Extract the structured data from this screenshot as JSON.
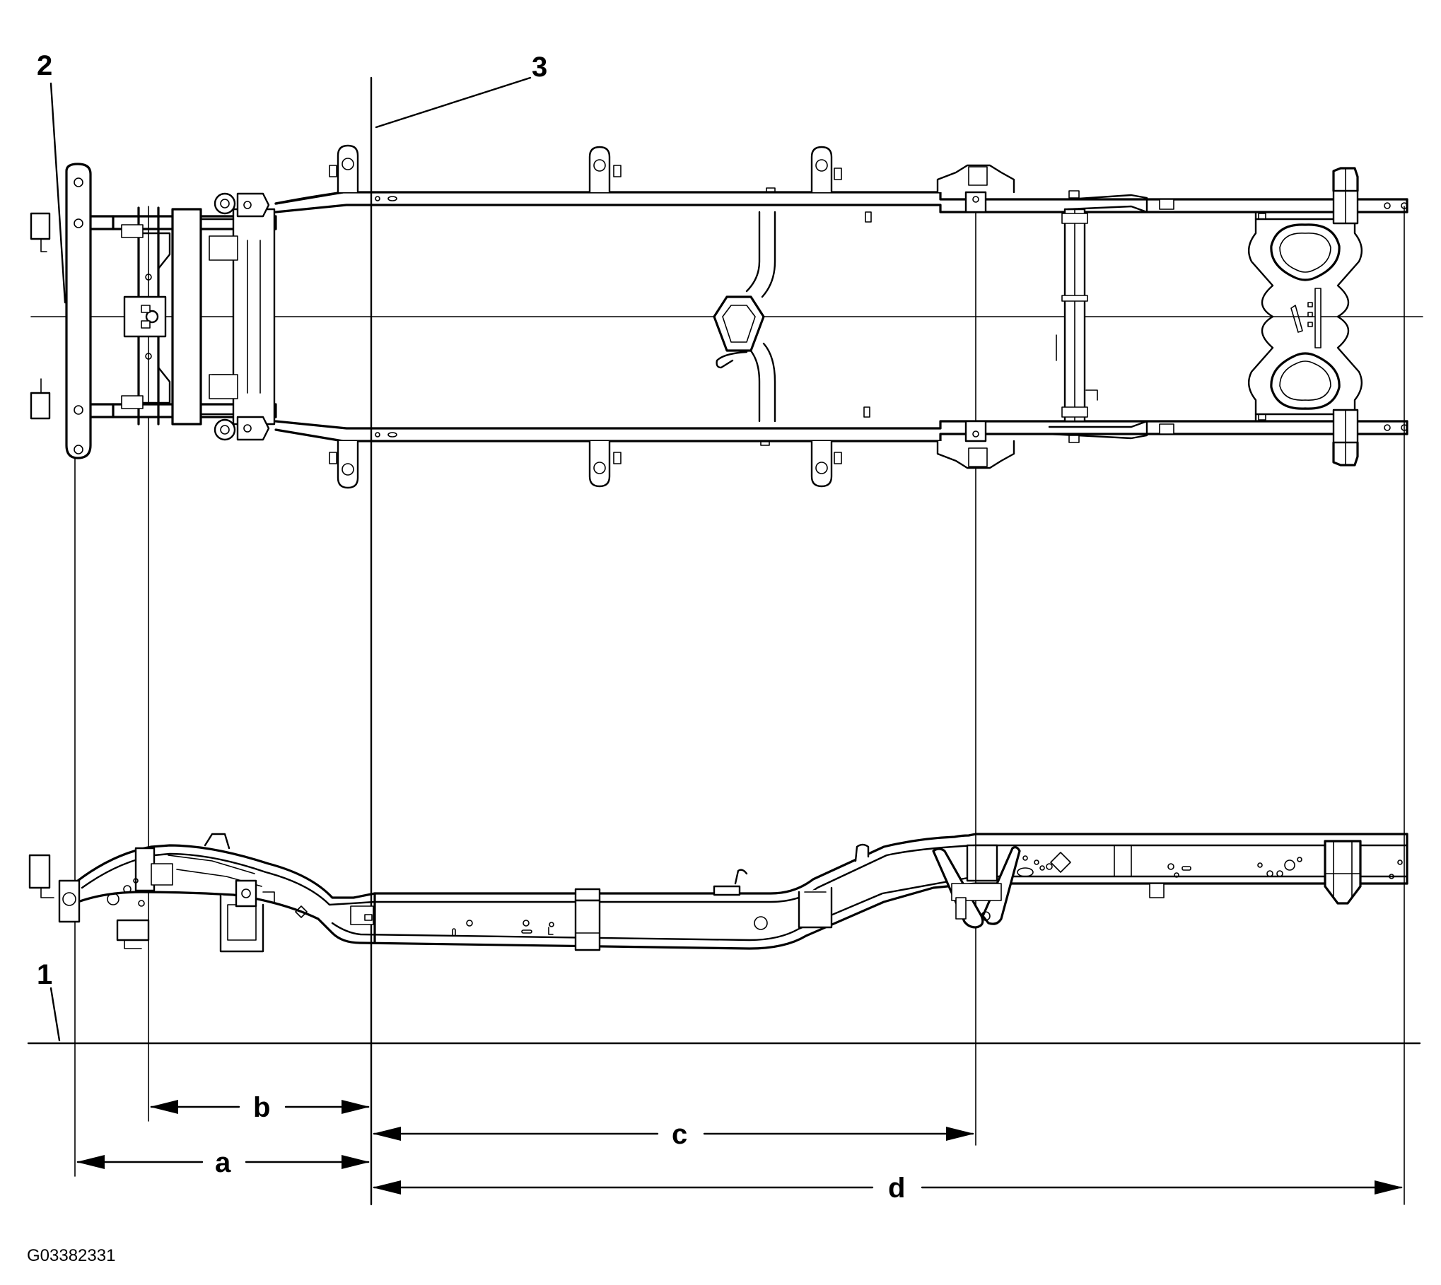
{
  "callouts": {
    "one": "1",
    "two": "2",
    "three": "3"
  },
  "dimensions": {
    "a": "a",
    "b": "b",
    "c": "c",
    "d": "d"
  },
  "figure_code": "G03382331",
  "colors": {
    "ink": "#000000",
    "paper": "#ffffff"
  }
}
